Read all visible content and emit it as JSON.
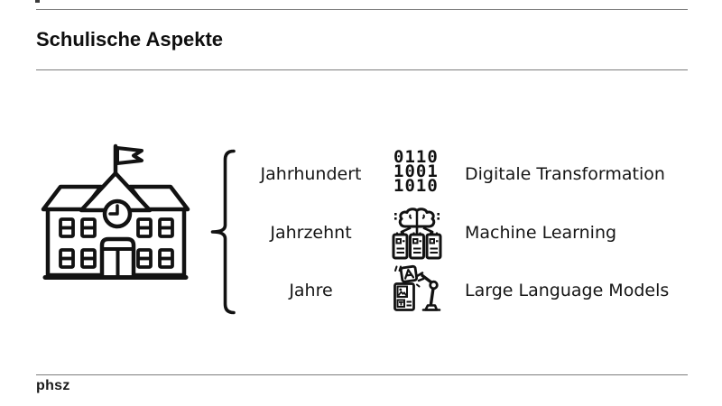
{
  "header": {
    "title": "Schulische Aspekte"
  },
  "footer": {
    "logo": "phsz"
  },
  "diagram": {
    "school_icon": "school-building",
    "bracket_icon": "curly-brace",
    "rows": [
      {
        "label": "Jahrhundert",
        "icon": "binary-code",
        "description": "Digitale Transformation"
      },
      {
        "label": "Jahrzehnt",
        "icon": "brain-server-network",
        "description": "Machine Learning"
      },
      {
        "label": "Jahre",
        "icon": "robot-arm-content",
        "description": "Large Language Models"
      }
    ],
    "binary_icon": {
      "lines": [
        "0110",
        "1001",
        "1010"
      ]
    }
  },
  "colors": {
    "background": "#ffffff",
    "text": "#151515",
    "rule": "#7d7d7d",
    "icon_stroke": "#121212"
  }
}
